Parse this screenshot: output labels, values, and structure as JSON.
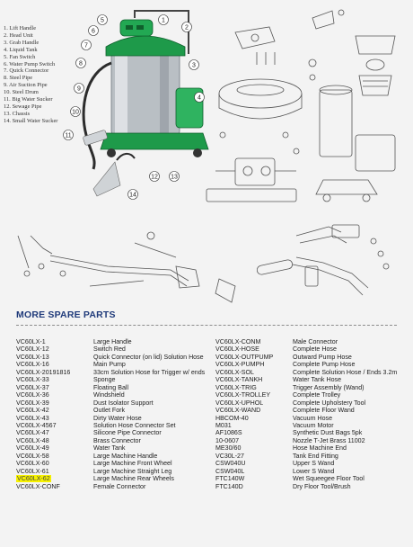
{
  "legend": [
    "1. Lift Handle",
    "2. Head Unit",
    "3. Grab Handle",
    "4. Liquid Tank",
    "5. Fan Switch",
    "6. Water Pump Switch",
    "7. Quick Connector",
    "8. Steel Pipe",
    "9. Air Suction Pipe",
    "10. Steel Drum",
    "11. Big Water Sucker",
    "12. Sewage Pipe",
    "13. Chassis",
    "14. Small Water Sucker"
  ],
  "callouts": [
    "1",
    "2",
    "3",
    "4",
    "5",
    "6",
    "7",
    "8",
    "9",
    "10",
    "11",
    "12",
    "13",
    "14"
  ],
  "section_title": "MORE SPARE PARTS",
  "parts_left": [
    {
      "code": "VC60LX-1",
      "desc": "Large Handle"
    },
    {
      "code": "VC60LX-12",
      "desc": "Switch Red"
    },
    {
      "code": "VC60LX-13",
      "desc": "Quick Connector (on lid) Solution Hose"
    },
    {
      "code": "VC60LX-16",
      "desc": "Main Pump"
    },
    {
      "code": "VC60LX-20191816",
      "desc": "33cm Solution Hose for Trigger w/ ends"
    },
    {
      "code": "VC60LX-33",
      "desc": "Sponge"
    },
    {
      "code": "VC60LX-37",
      "desc": "Floating Ball"
    },
    {
      "code": "VC60LX-36",
      "desc": "Windshield"
    },
    {
      "code": "VC60LX-39",
      "desc": "Dust Isolator Support"
    },
    {
      "code": "VC60LX-42",
      "desc": "Outlet Fork"
    },
    {
      "code": "VC60LX-43",
      "desc": "Dirty Water Hose"
    },
    {
      "code": "VC60LX-4567",
      "desc": "Solution Hose Connector Set"
    },
    {
      "code": "VC60LX-47",
      "desc": "Silicone Pipe Connector"
    },
    {
      "code": "VC60LX-48",
      "desc": "Brass Connector"
    },
    {
      "code": "VC60LX-49",
      "desc": "Water Tank"
    },
    {
      "code": "VC60LX-58",
      "desc": "Large Machine Handle"
    },
    {
      "code": "VC60LX-60",
      "desc": "Large Machine Front Wheel"
    },
    {
      "code": "VC60LX-61",
      "desc": "Large Machine Straight Leg"
    },
    {
      "code": "VC60LX-62",
      "desc": "Large Machine Rear Wheels"
    },
    {
      "code": "VC60LX-CONF",
      "desc": "Female Connector"
    }
  ],
  "parts_right": [
    {
      "code": "VC60LX-CONM",
      "desc": "Male Connector"
    },
    {
      "code": "VC60LX-HOSE",
      "desc": "Complete Hose"
    },
    {
      "code": "VC60LX-OUTPUMP",
      "desc": "Outward Pump Hose"
    },
    {
      "code": "VC60LX-PUMPH",
      "desc": "Complete Pump Hose"
    },
    {
      "code": "VC60LX-SOL",
      "desc": "Complete Solution Hose / Ends 3.2m"
    },
    {
      "code": "VC60LX-TANKH",
      "desc": "Water Tank Hose"
    },
    {
      "code": "VC60LX-TRIG",
      "desc": "Trigger Assembly (Wand)"
    },
    {
      "code": "VC60LX-TROLLEY",
      "desc": "Complete Trolley"
    },
    {
      "code": "VC60LX-UPHOL",
      "desc": "Complete Upholstery Tool"
    },
    {
      "code": "VC60LX-WAND",
      "desc": "Complete Floor Wand"
    },
    {
      "code": "HBCOM-40",
      "desc": "Vacuum Hose"
    },
    {
      "code": "M031",
      "desc": "Vacuum Motor"
    },
    {
      "code": "AF1086S",
      "desc": "Synthetic Dust Bags 5pk"
    },
    {
      "code": "10-0607",
      "desc": "Nozzle T-Jet Brass 11002"
    },
    {
      "code": "ME30/60",
      "desc": "Hose Machine End"
    },
    {
      "code": "VC30L-27",
      "desc": "Tank End Fitting"
    },
    {
      "code": "CSW040U",
      "desc": "Upper S Wand"
    },
    {
      "code": "CSW040L",
      "desc": "Lower S Wand"
    },
    {
      "code": "FTC140W",
      "desc": "Wet Squeegee Floor Tool"
    },
    {
      "code": "FTC140D",
      "desc": "Dry Floor Tool/Brush"
    }
  ],
  "highlighted_code": "VC60LX-62",
  "colors": {
    "title": "#1f3a7a",
    "machine_green": "#1e9a4a",
    "highlight": "#f6f100"
  }
}
